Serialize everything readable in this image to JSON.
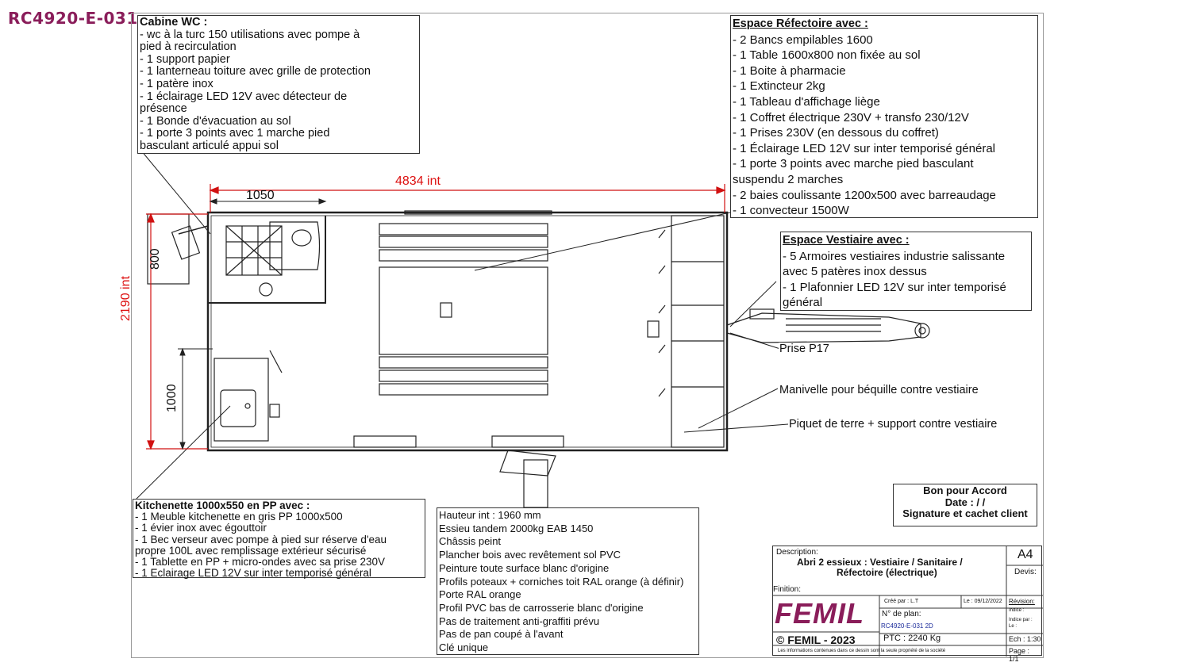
{
  "reference": "RC4920-E-031",
  "cabine_wc": {
    "title": "Cabine WC :",
    "lines": [
      "- wc à la turc 150 utilisations avec pompe à",
      "pied à recirculation",
      "- 1 support papier",
      "- 1 lanterneau toiture avec grille de protection",
      "- 1 patère inox",
      "- 1 éclairage LED 12V avec détecteur de",
      "présence",
      "- 1 Bonde d'évacuation au sol",
      "- 1 porte 3 points avec 1 marche pied",
      "basculant articulé appui sol"
    ]
  },
  "refectoire": {
    "title": "Espace Réfectoire avec :",
    "lines": [
      "- 2 Bancs empilables 1600",
      "- 1 Table 1600x800 non fixée au sol",
      "- 1 Boite à pharmacie",
      "- 1 Extincteur 2kg",
      "- 1 Tableau d'affichage liège",
      "- 1 Coffret électrique 230V + transfo 230/12V",
      "- 1 Prises 230V (en dessous du coffret)",
      "- 1 Éclairage LED 12V sur inter temporisé général",
      "- 1 porte 3 points avec marche pied basculant",
      "suspendu 2 marches",
      "- 2 baies coulissante 1200x500 avec barreaudage",
      "- 1 convecteur 1500W"
    ]
  },
  "vestiaire": {
    "title": "Espace Vestiaire avec :",
    "lines": [
      "- 5 Armoires vestiaires industrie salissante",
      "avec 5 patères inox dessus",
      "- 1 Plafonnier LED 12V sur inter temporisé",
      "général"
    ]
  },
  "kitchenette": {
    "title": "Kitchenette 1000x550 en PP avec :",
    "lines": [
      "- 1 Meuble kitchenette en gris PP 1000x500",
      "- 1 évier inox avec égouttoir",
      "- 1 Bec verseur avec pompe à pied sur réserve d'eau",
      "propre 100L avec remplissage extérieur sécurisé",
      "- 1 Tablette en PP + micro-ondes avec sa prise 230V",
      "- 1 Eclairage LED 12V sur inter temporisé général"
    ]
  },
  "specs": {
    "lines": [
      "Hauteur int : 1960 mm",
      "Essieu tandem 2000kg EAB 1450",
      "Châssis peint",
      "Plancher bois avec revêtement sol PVC",
      "Peinture toute surface blanc d'origine",
      "Profils poteaux + corniches toit RAL orange (à définir)",
      "Porte RAL orange",
      "Profil PVC bas de carrosserie blanc d'origine",
      "Pas de traitement anti-graffiti prévu",
      "Pas de pan coupé à l'avant",
      "Clé unique"
    ]
  },
  "callouts": {
    "prise": "Prise P17",
    "manivelle": "Manivelle pour béquille contre vestiaire",
    "piquet": "Piquet de terre + support contre  vestiaire"
  },
  "dimensions": {
    "length": "4834 int",
    "wc_width": "1050",
    "width": "2190 int",
    "wc_depth": "800",
    "kitchen": "1000"
  },
  "accord": {
    "line1": "Bon pour Accord",
    "line2": "Date :   /   /",
    "line3": "Signature et cachet client"
  },
  "titleblock": {
    "description_label": "Description:",
    "description_line1": "Abri 2 essieux : Vestiaire / Sanitaire /",
    "description_line2": "Réfectoire  (électrique)",
    "format": "A4",
    "devis_label": "Devis:",
    "finition_label": "Finition:",
    "logo": "FEMIL",
    "cree_par": "Créé par : L.T",
    "date": "Le : 09/12/2022",
    "revision": "Révision:",
    "indice": "Indice :",
    "indice_par": "Indice par :",
    "le": "Le :",
    "plan_label": "N° de plan:",
    "plan_number": "RC4920-E-031 2D",
    "copyright": "© FEMIL - 2023",
    "ptc": "PTC : 2240 Kg",
    "echelle": "Ech : 1:30",
    "page": "Page : 1/1",
    "disclaimer": "Les informations contenues dans ce dessin sont la seule propriété de la société"
  },
  "colors": {
    "brand": "#8a1d5a",
    "dimension": "#d11111"
  }
}
